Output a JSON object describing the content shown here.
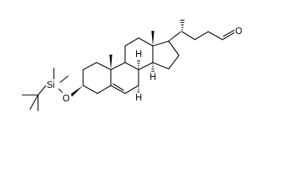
{
  "labels": {
    "oxygen_aldehyde": "O",
    "oxygen_ether": "O",
    "silicon": "Si",
    "hydrogen_c8": "H",
    "hydrogen_c9": "H",
    "hydrogen_c14": "H"
  }
}
